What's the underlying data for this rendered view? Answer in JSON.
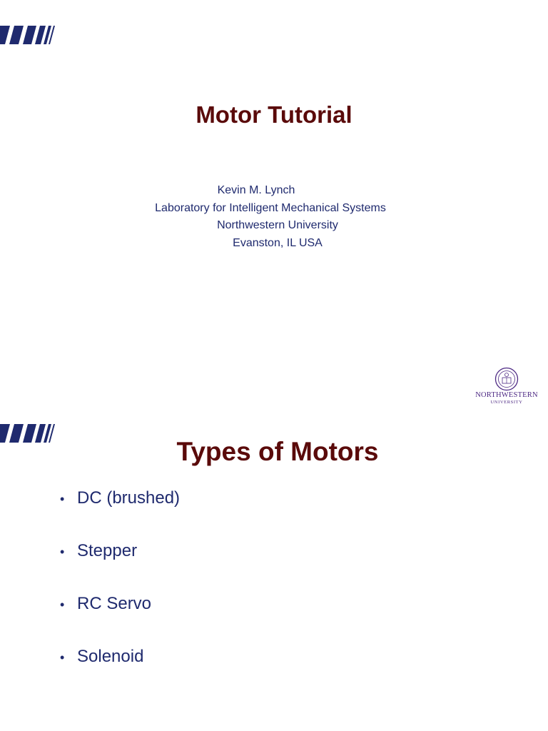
{
  "slides": [
    {
      "title": "Motor Tutorial",
      "author": "Kevin M. Lynch",
      "lab": "Laboratory for Intelligent Mechanical Systems",
      "university": "Northwestern University",
      "location": "Evanston, IL   USA",
      "logo": {
        "icon": "university-seal-icon",
        "name": "NORTHWESTERN",
        "subname": "UNIVERSITY"
      }
    },
    {
      "title": "Types of Motors",
      "bullets": [
        "DC (brushed)",
        "Stepper",
        "RC Servo",
        "Solenoid"
      ]
    }
  ],
  "colors": {
    "title": "#5a0a0a",
    "body_text": "#1f2a6e",
    "stripes": "#1f2a6e",
    "logo": "#4e2a84"
  },
  "decor": {
    "stripes_icon": "slanted-stripes-icon"
  }
}
